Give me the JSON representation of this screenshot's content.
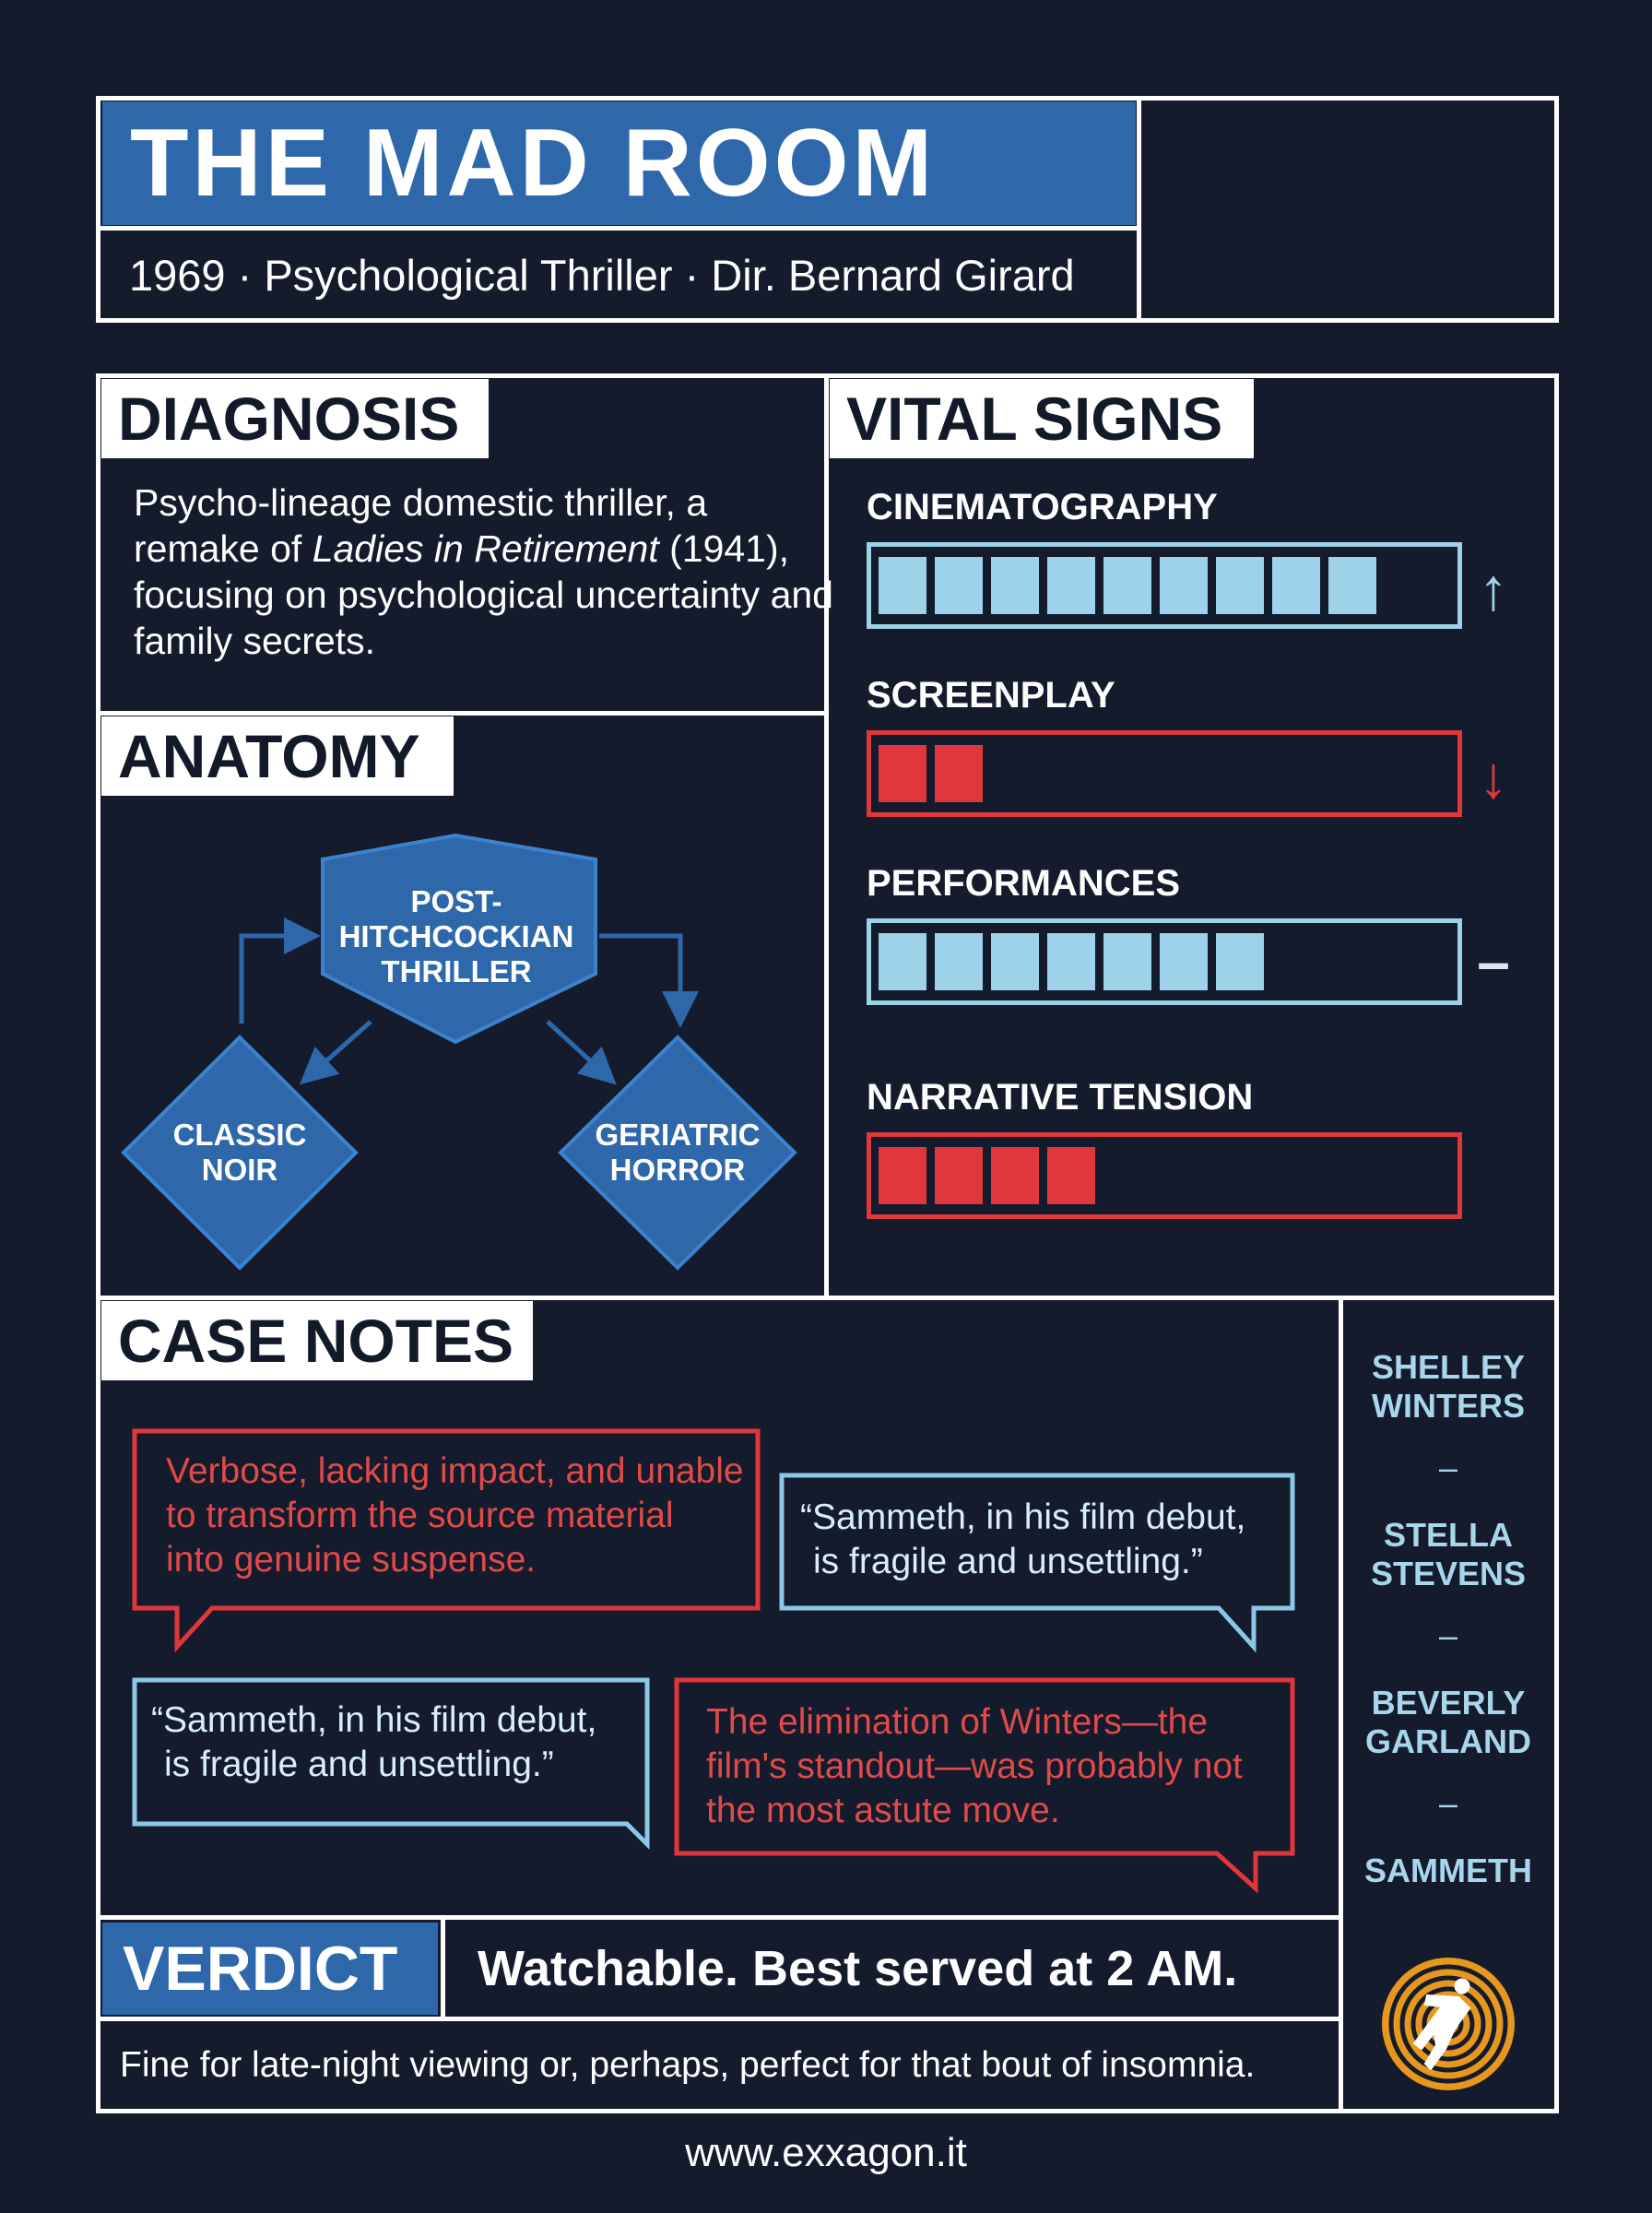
{
  "header": {
    "title": "THE MAD ROOM",
    "subtitle": "1969 · Psychological Thriller · Dir. Bernard Girard"
  },
  "diagnosis": {
    "label": "DIAGNOSIS",
    "text_before": "Psycho-lineage domestic thriller, a remake of ",
    "text_italic": "Ladies in Retirement",
    "text_after": " (1941), focusing on psychological uncertainty and family secrets."
  },
  "anatomy": {
    "label": "ANATOMY",
    "top_node": "POST-HITCHCOCKIAN THRILLER",
    "top_node_lines": [
      "POST-",
      "HITCHCOCKIAN",
      "THRILLER"
    ],
    "left_node_lines": [
      "CLASSIC",
      "NOIR"
    ],
    "right_node_lines": [
      "GERIATRIC",
      "HORROR"
    ]
  },
  "vital_signs": {
    "label": "VITAL SIGNS",
    "scale_max": 10,
    "items": [
      {
        "name": "CINEMATOGRAPHY",
        "score": 9,
        "color": "#9dd2e8",
        "trend": "↑",
        "trend_kind": "up"
      },
      {
        "name": "SCREENPLAY",
        "score": 2,
        "color": "#e0373c",
        "trend": "↓",
        "trend_kind": "down"
      },
      {
        "name": "PERFORMANCES",
        "score": 7,
        "color": "#9dd2e8",
        "trend": "–",
        "trend_kind": "flat"
      },
      {
        "name": "NARRATIVE TENSION",
        "score": 4,
        "color": "#e0373c",
        "trend": "",
        "trend_kind": "none"
      }
    ]
  },
  "case_notes": {
    "label": "CASE NOTES",
    "quotes": [
      {
        "tone": "negative",
        "lines": [
          "Verbose, lacking impact, and unable",
          "to transform the source material",
          "into genuine suspense."
        ]
      },
      {
        "tone": "positive",
        "lines": [
          "“Sammeth, in his film debut,",
          "is fragile and unsettling.”"
        ]
      },
      {
        "tone": "positive",
        "lines": [
          "“Sammeth, in his film debut,",
          "is fragile and unsettling.”"
        ]
      },
      {
        "tone": "negative",
        "lines": [
          "The elimination of Winters—the",
          "film's standout—was probably not",
          "the most astute move."
        ]
      }
    ]
  },
  "cast": {
    "names": [
      [
        "SHELLEY",
        "WINTERS"
      ],
      [
        "STELLA",
        "STEVENS"
      ],
      [
        "BEVERLY",
        "GARLAND"
      ],
      [
        "SAMMETH"
      ]
    ],
    "separator": "–"
  },
  "verdict": {
    "label": "VERDICT",
    "headline": "Watchable. Best served at 2 AM.",
    "detail": "Fine for late-night viewing or, perhaps, perfect for that bout of insomnia."
  },
  "footer": {
    "url": "www.exxagon.it"
  },
  "colors": {
    "background": "#131b2c",
    "accent_blue": "#2e68ab",
    "light_blue": "#9dd2e8",
    "red": "#e0373c",
    "logo_orange": "#e8971e"
  },
  "icons": {
    "logo": "falling-man-spiral-logo"
  }
}
